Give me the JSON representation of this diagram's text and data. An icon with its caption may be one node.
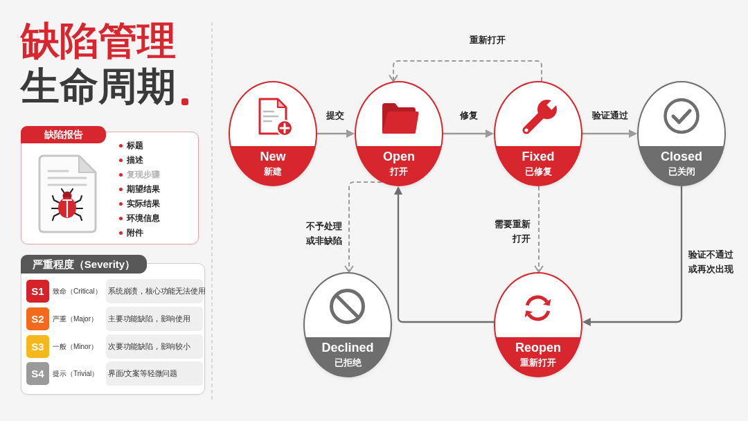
{
  "diagram": {
    "title": "缺陷管理生命周期",
    "nodes": [
      {
        "text": [
          "缺陷报告",
          "标题",
          "描述",
          "复现步骤",
          "期望结果",
          "实际结果",
          "环境信息",
          "附件"
        ]
      },
      {
        "text": [
          "严重程度（Severity）"
        ]
      },
      {
        "text": [
          "S1"
        ],
        "in": 1,
        "beside": [
          "致命（Critical）"
        ]
      },
      {
        "text": [
          "系统崩溃，核心功能无法使用"
        ],
        "in": 1
      },
      {
        "text": [
          "S2"
        ],
        "in": 1,
        "beside": [
          "严重（Major）"
        ]
      },
      {
        "text": [
          "主要功能缺陷，影响使用"
        ],
        "in": 1
      },
      {
        "text": [
          "S3"
        ],
        "in": 1,
        "beside": [
          "一般（Minor）"
        ]
      },
      {
        "text": [
          "次要功能缺陷，影响较小"
        ],
        "in": 1
      },
      {
        "text": [
          "S4"
        ],
        "in": 1,
        "beside": [
          "提示（Trivial）"
        ]
      },
      {
        "text": [
          "界面/文案等轻微问题"
        ],
        "in": 1
      },
      {
        "text": [
          "New",
          "新建"
        ]
      },
      {
        "text": [
          "Open",
          "打开"
        ]
      },
      {
        "text": [
          "Fixed",
          "已修复"
        ]
      },
      {
        "text": [
          "Closed",
          "已关闭"
        ]
      },
      {
        "text": [
          "Declined",
          "已拒绝"
        ]
      },
      {
        "text": [
          "Reopen",
          "重新打开"
        ]
      }
    ],
    "edges": [
      {
        "from": 10,
        "to": 11,
        "arrow": "to",
        "label": "提交"
      },
      {
        "from": 11,
        "to": 12,
        "arrow": "to",
        "label": "修复"
      },
      {
        "from": 12,
        "to": 13,
        "arrow": "to",
        "label": "验证通过"
      },
      {
        "from": 12,
        "to": 11,
        "arrow": "to",
        "label": "重新打开",
        "style": "dashed"
      },
      {
        "from": 11,
        "to": 14,
        "arrow": "to",
        "label": "不予处理或非缺陷",
        "style": "dashed"
      },
      {
        "from": 12,
        "to": 15,
        "arrow": "to",
        "label": "需要重新打开",
        "style": "dashed"
      },
      {
        "from": 13,
        "to": 15,
        "arrow": "to",
        "label": "验证不通过或再次出现",
        "color": "#6e6e6e"
      },
      {
        "from": 15,
        "to": 11,
        "arrow": "to",
        "color": "#6e6e6e"
      }
    ]
  }
}
